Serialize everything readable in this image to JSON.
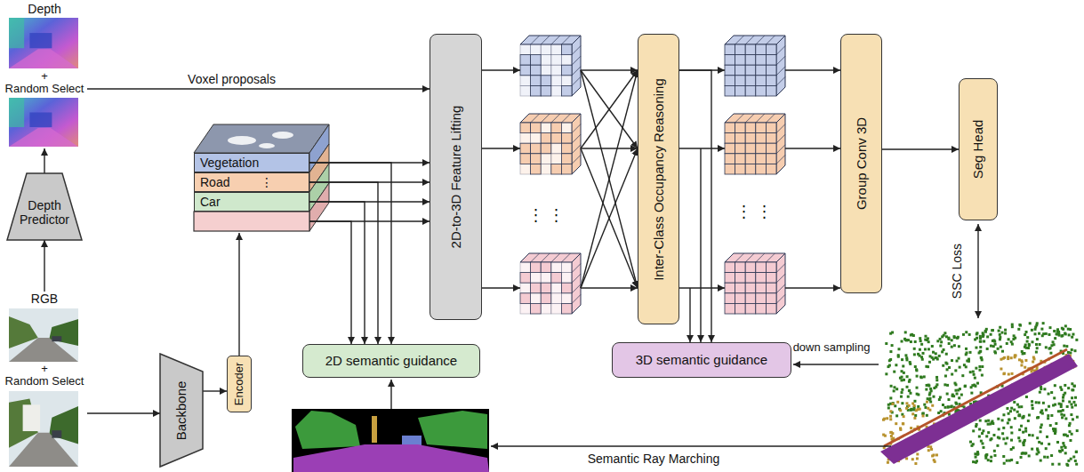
{
  "diagram": {
    "nodes": [
      {
        "text": [
          "Depth",
          "+",
          "Random Select"
        ]
      },
      {
        "text": [
          "Depth Predictor"
        ]
      },
      {
        "text": [
          "RGB",
          "+",
          "Random Select"
        ]
      },
      {
        "text": [
          "Backbone"
        ]
      },
      {
        "text": [
          "Encoder"
        ]
      },
      {
        "text": [
          "Vegetation"
        ]
      },
      {
        "text": [
          "Road",
          "⋮"
        ]
      },
      {
        "text": [
          "Car"
        ]
      },
      {
        "text": [
          "2D-to-3D Feature Lifting"
        ]
      },
      {
        "text": [
          "Inter-Class Occupancy Reasoning"
        ]
      },
      {
        "text": [
          "Group Conv 3D"
        ]
      },
      {
        "text": [
          "Seg Head"
        ]
      },
      {
        "text": [
          "2D semantic guidance"
        ]
      },
      {
        "text": [
          "3D semantic guidance"
        ]
      }
    ],
    "edges": [
      {
        "from": 2,
        "to": 1,
        "arrow": "to"
      },
      {
        "from": 1,
        "to": 0,
        "arrow": "to"
      },
      {
        "from": 0,
        "to": 8,
        "label": "Voxel proposals",
        "arrow": "to"
      },
      {
        "from": 2,
        "to": 3,
        "arrow": "to"
      },
      {
        "from": 3,
        "to": 4,
        "arrow": "to"
      },
      {
        "from": 5,
        "to": 8,
        "arrow": "to"
      },
      {
        "from": 6,
        "to": 8,
        "arrow": "to"
      },
      {
        "from": 7,
        "to": 8,
        "arrow": "to"
      },
      {
        "from": 5,
        "to": 12,
        "arrow": "to"
      },
      {
        "from": 6,
        "to": 12,
        "arrow": "to"
      },
      {
        "from": 7,
        "to": 12,
        "arrow": "to"
      },
      {
        "from": 10,
        "to": 11,
        "arrow": "to"
      },
      {
        "from": 9,
        "to": 13,
        "arrow": "to"
      }
    ],
    "labels": [
      "⋮ ⋮",
      "⋮ ⋮",
      "SSC Loss",
      "down sampling",
      "Semantic Ray Marching"
    ]
  }
}
